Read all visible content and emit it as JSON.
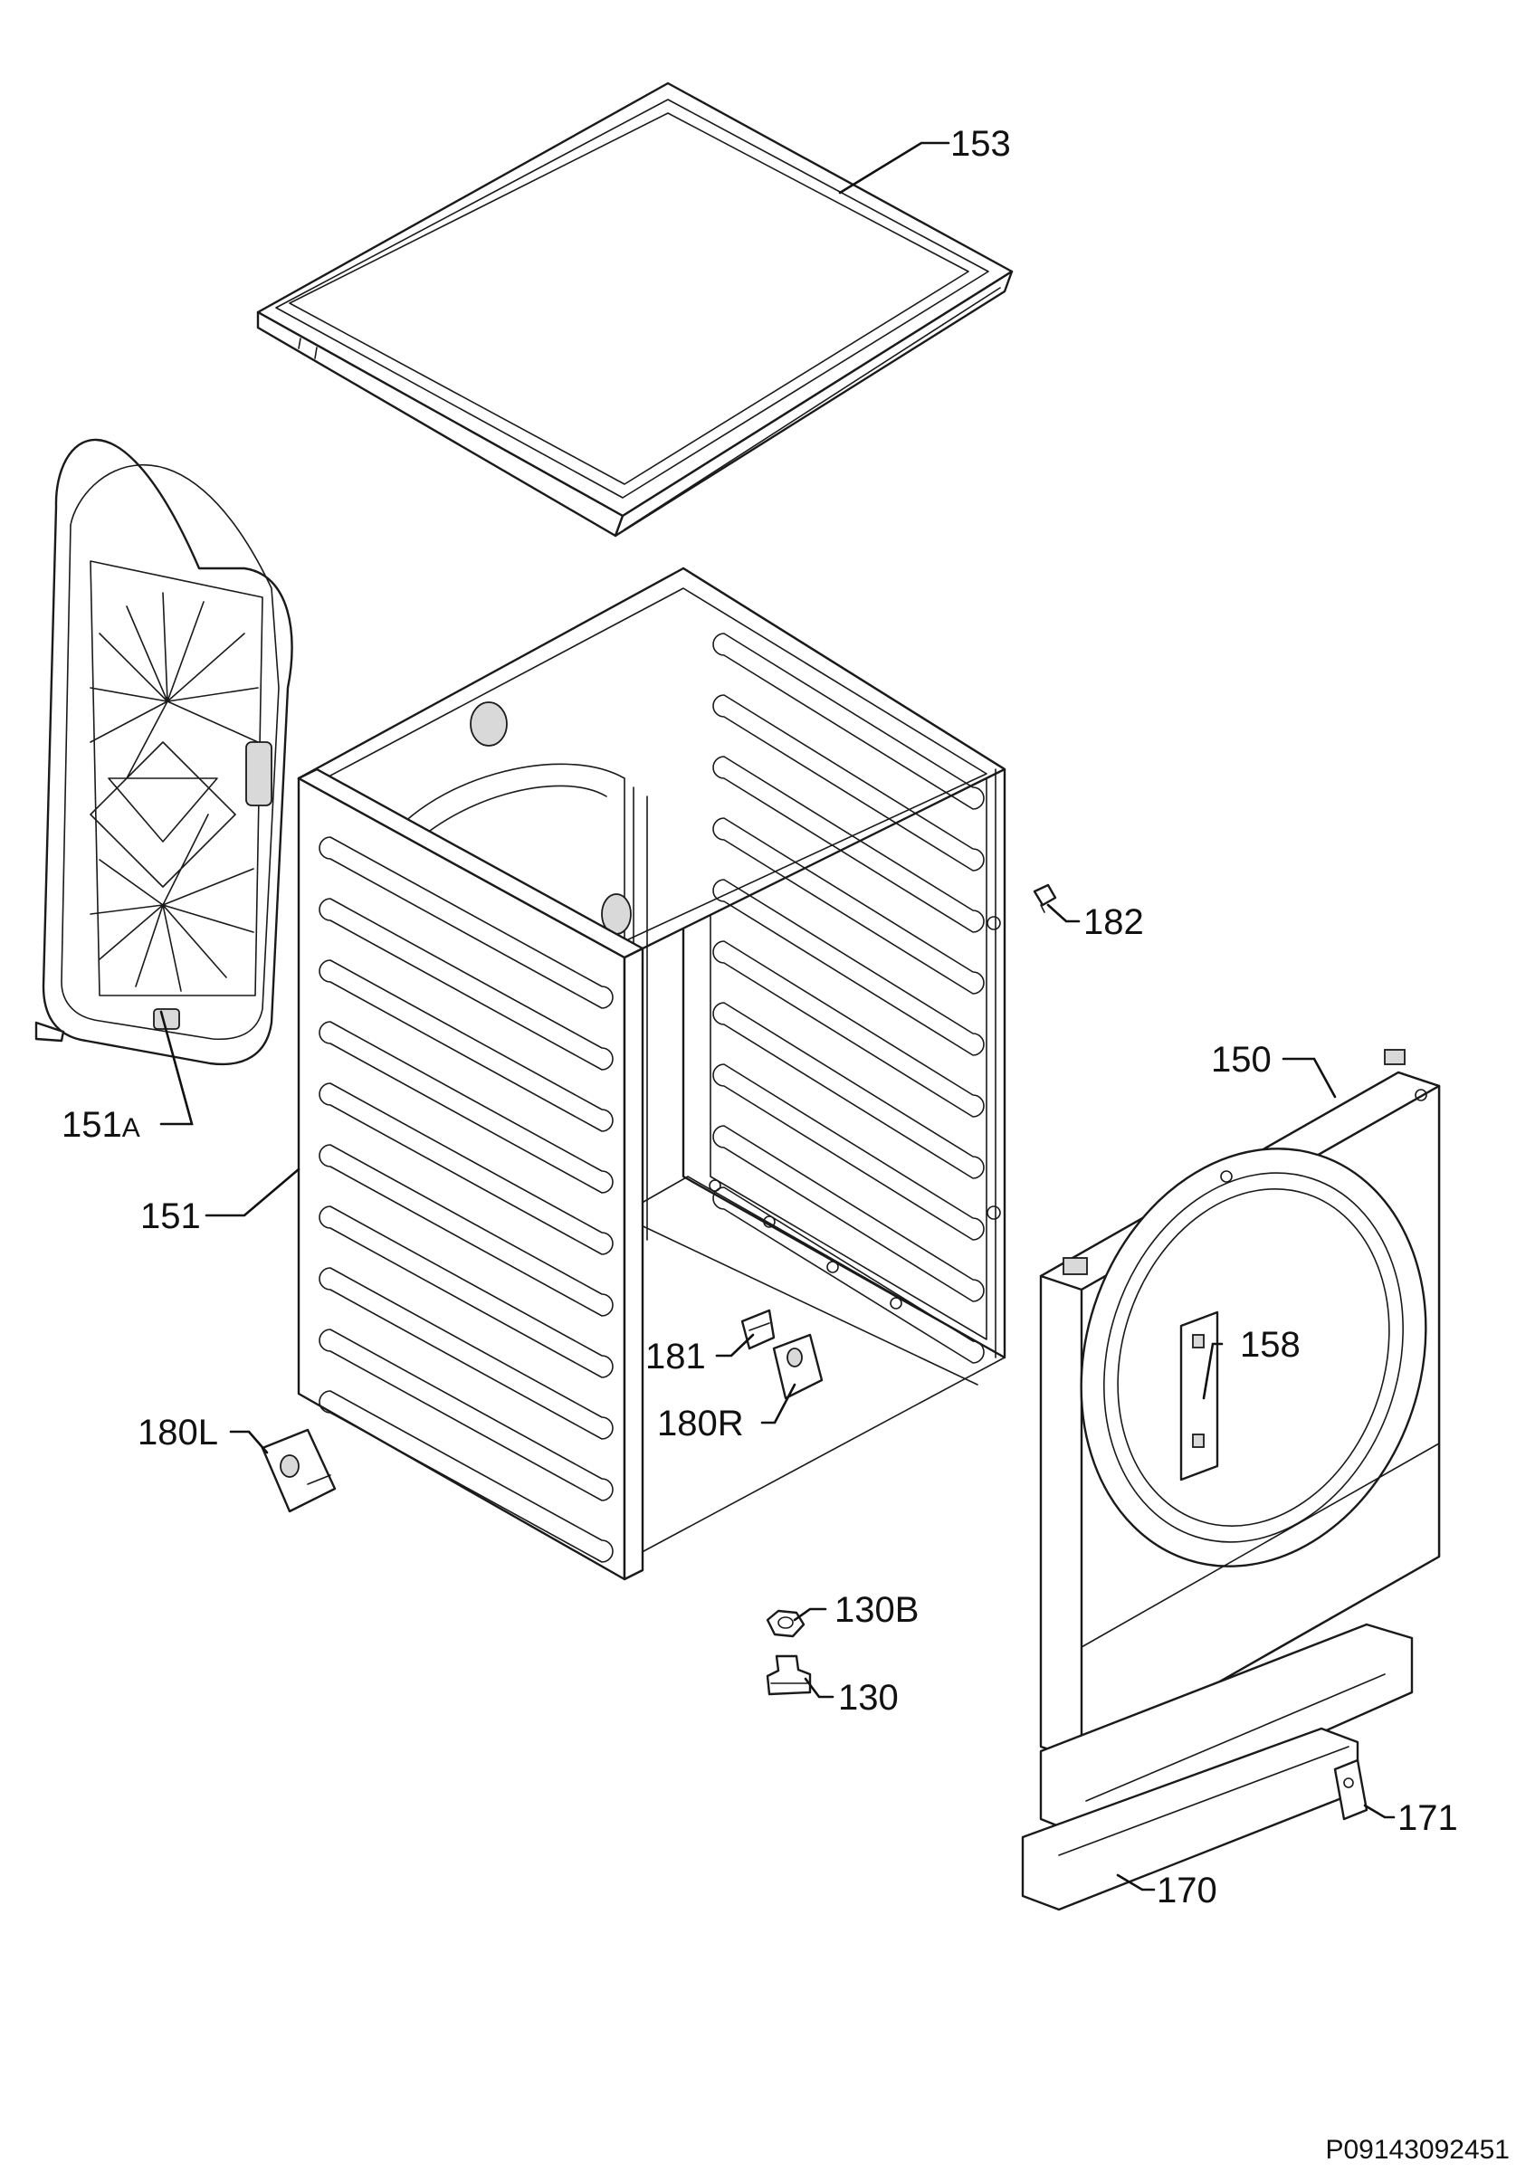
{
  "diagram": {
    "title": "",
    "document_id": "P09143092451",
    "colors": {
      "line": "#1a1a1a",
      "background": "#ffffff"
    },
    "callouts": [
      {
        "id": "153",
        "label": "153"
      },
      {
        "id": "151A",
        "num": "151",
        "suffix": "A"
      },
      {
        "id": "151",
        "label": "151"
      },
      {
        "id": "182",
        "label": "182"
      },
      {
        "id": "150",
        "label": "150"
      },
      {
        "id": "158",
        "label": "158"
      },
      {
        "id": "181",
        "label": "181"
      },
      {
        "id": "180R",
        "label": "180R"
      },
      {
        "id": "180L",
        "label": "180L"
      },
      {
        "id": "130B",
        "label": "130B"
      },
      {
        "id": "130",
        "label": "130"
      },
      {
        "id": "171",
        "label": "171"
      },
      {
        "id": "170",
        "label": "170"
      }
    ]
  }
}
